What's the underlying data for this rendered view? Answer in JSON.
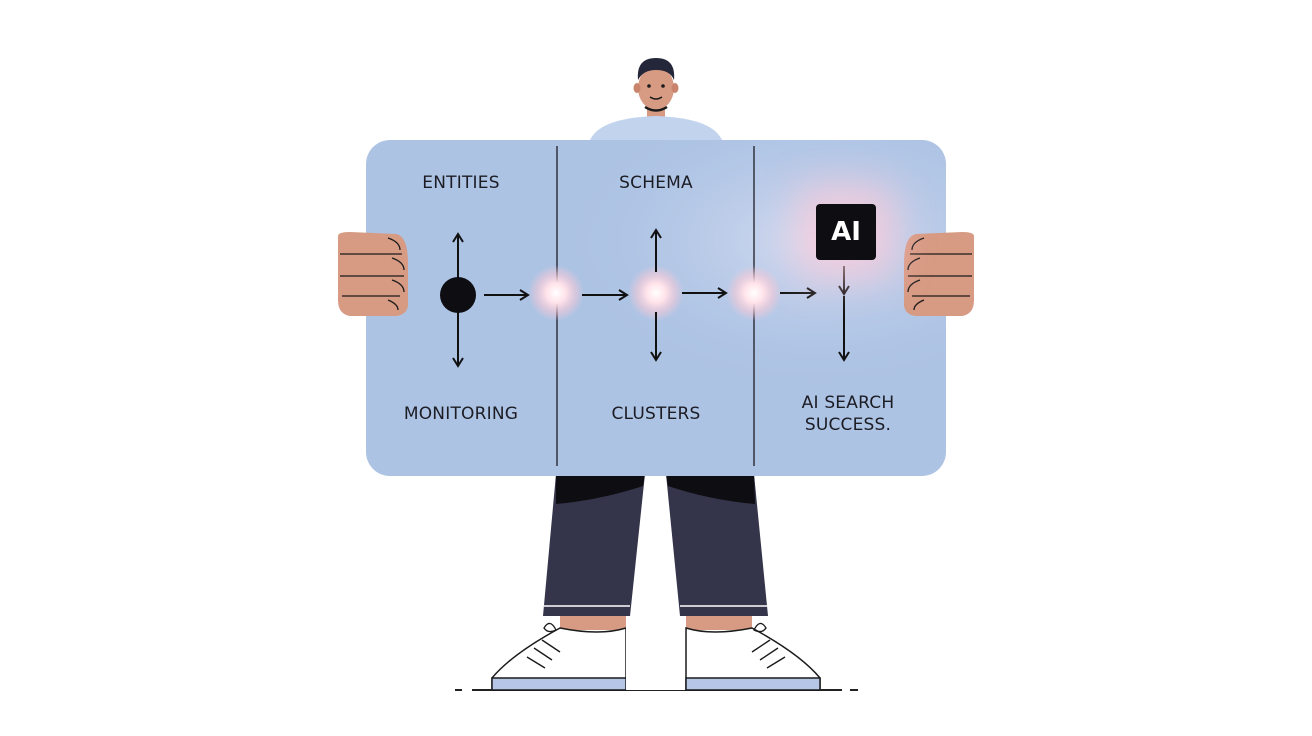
{
  "diagram": {
    "columns": [
      {
        "top_label": "ENTITIES",
        "bottom_label": "MONITORING"
      },
      {
        "top_label": "SCHEMA",
        "bottom_label": "CLUSTERS"
      },
      {
        "top_label": "",
        "bottom_label_lines": [
          "AI SEARCH",
          "SUCCESS."
        ]
      }
    ],
    "badge": {
      "text": "AI",
      "icon": "ai-badge-icon"
    }
  },
  "colors": {
    "board": "#adc3e4",
    "skin": "#d79a82",
    "pants": "#34344a",
    "shirt": "#c2d3ee",
    "shoe_sole": "#b6c6e6",
    "glow": "#ffe6ec",
    "ink": "#111111"
  }
}
